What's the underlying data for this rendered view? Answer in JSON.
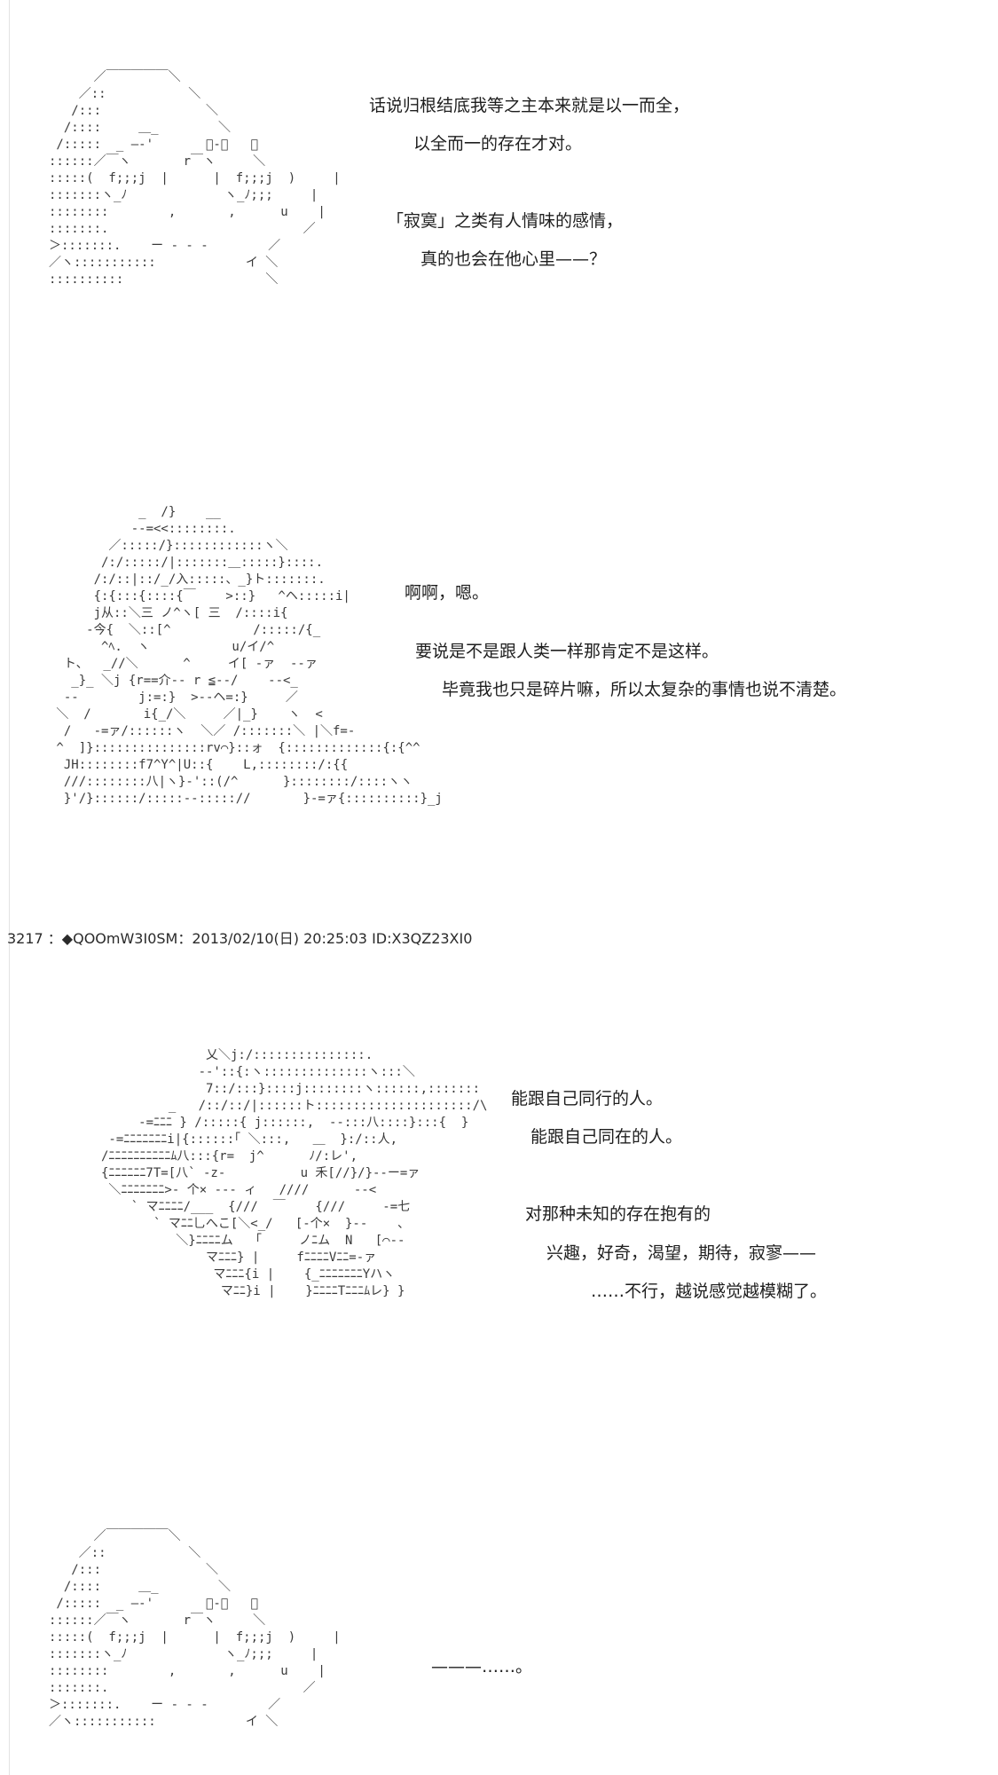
{
  "block1": {
    "art": "      ／￣￣￣￣￣＼\n    ／::           ＼\n   /:::              ＼\n  /::::     ＿_        ＼\n /:::::  _ ―‐'       ﾟ‐＿   ＼\n::::::／￣ヽ       r￣ヽ     ＼\n:::::(  f;;;j  |      |  f;;;j  )     |\n:::::::ヽ_ﾉ             ヽ_ﾉ;;;     |\n::::::::        ,       ,      u    |\n:::::::.                          ／\n＞:::::::.    ー ‐ ‐ ‐        ／\n／ヽ:::::::::::            イ ＼\n::::::::::                   ＼",
    "lines": [
      "话说归根结底我等之主本来就是以一而全，",
      "以全而一的存在才对。",
      "「寂寞」之类有人情味的感情，",
      "真的也会在他心里——？"
    ]
  },
  "block2": {
    "art": "            _  /}    __\n           ‐‐=<<::::::::.\n        ／:::::/}::::::::::::ヽ＼\n       /:/:::::/|:::::::＿:::::}::::.\n      /:/::|::/_/入:::::、_}ト:::::::.\n      {:{:::{::::{￣    >::}   ^ヘ:::::i|\n      j从::＼三 ノ^ヽ[ 三  /::::i{\n     ‐今{  ＼::[^           /:::::/{_\n       ^ﾍ.  ヽ           u/イ/^\n  ト、  _//＼      ^     イ[ ‐ァ  ‐‐ァ\n   _}_ ＼j {r==介‐‐ r ≦‐‐/    ‐‐<_\n  ‐‐        j:=:}  >‐‐ヘ=:}     ／\n ＼  /       i{_/＼     ／|_}    ヽ  <\n  /   ‐=ァ/::::::ヽ  ＼／ /:::::::＼ |＼f=‐\n ^  ]}:::::::::::::::rv⌒}::ォ  {:::::::::::::{:{^^\n  JH::::::::f7^Y^|U::{    L,::::::::/:{{\n  ///::::::::八|ヽ}‐'::(/^      }::::::::/::::ヽヽ\n  }'/}::::::/:::::‐‐::::://       }‐=ァ{::::::::::}_j",
    "lines": [
      "啊啊，嗯。",
      "要说是不是跟人类一样那肯定不是这样。",
      "毕竟我也只是碎片嘛，所以太复杂的事情也说不清楚。"
    ]
  },
  "header": "3217 ：◆QOOmW3I0SM：2013/02/10(日) 20:25:03 ID:X3QZ23XI0",
  "block3": {
    "art": "                     乂＼j:/:::::::::::::::.\n                    ‐‐'::{:ヽ::::::::::::::ヽ:::＼\n                     7::/:::}::::j::::::::ヽ::::::,:::::::\n                _   /::/::/|::::::ト:::::::::::::::::::::/\\\n            ‐=ﾆﾆﾆ } /:::::{ j::::::,  ‐‐:::八::::}:::{  }\n        ‐=ﾆﾆﾆﾆﾆﾆﾆi|{::::::｢ ＼:::,   ＿  }:/::人,\n       /ﾆﾆﾆﾆﾆﾆﾆﾆﾆﾆﾑ八:::{r=  j^      ﾉ/:レ',\n       {ﾆﾆﾆﾆﾆﾆ7T=[八` ‐z‐          u 禾[//}/}‐‐ー=ァ\n        ＼ﾆﾆﾆﾆﾆﾆﾆ>‐ 个× ‐‐‐ ィ   ////      ‐‐<\n           ` マﾆﾆﾆﾆ/___  {///  ￣    {///     ‐=七\n              ` マﾆﾆ乚へこ[＼<_/   [‐个×  }‐‐    、\n                 ＼}ﾆﾆﾆﾆム   ｢     ノﾆム  N   [⌒‐‐\n                     マﾆﾆﾆ} |     fﾆﾆﾆﾆVﾆﾆ=‐ァ\n                      マﾆﾆﾆ{i |    {_ﾆﾆﾆﾆﾆﾆﾆYハヽ\n                       マﾆﾆ}i |    }ﾆﾆﾆﾆTﾆﾆﾆﾑレ} }",
    "lines": [
      "能跟自己同行的人。",
      "能跟自己同在的人。",
      "对那种未知的存在抱有的",
      "兴趣，好奇，渴望，期待，寂寥——",
      "……不行，越说感觉越模糊了。"
    ]
  },
  "block4": {
    "art": "      ／￣￣￣￣￣＼\n    ／::           ＼\n   /:::              ＼\n  /::::     ＿_        ＼\n /:::::  _ ―‐'       ﾟ‐＿   ＼\n::::::／￣ヽ       r￣ヽ     ＼\n:::::(  f;;;j  |      |  f;;;j  )     |\n:::::::ヽ_ﾉ             ヽ_ﾉ;;;     |\n::::::::        ,       ,      u    |\n:::::::.                          ／\n＞:::::::.    ー ‐ ‐ ‐        ／\n／ヽ:::::::::::            イ ＼",
    "lines": [
      "———……。"
    ]
  }
}
